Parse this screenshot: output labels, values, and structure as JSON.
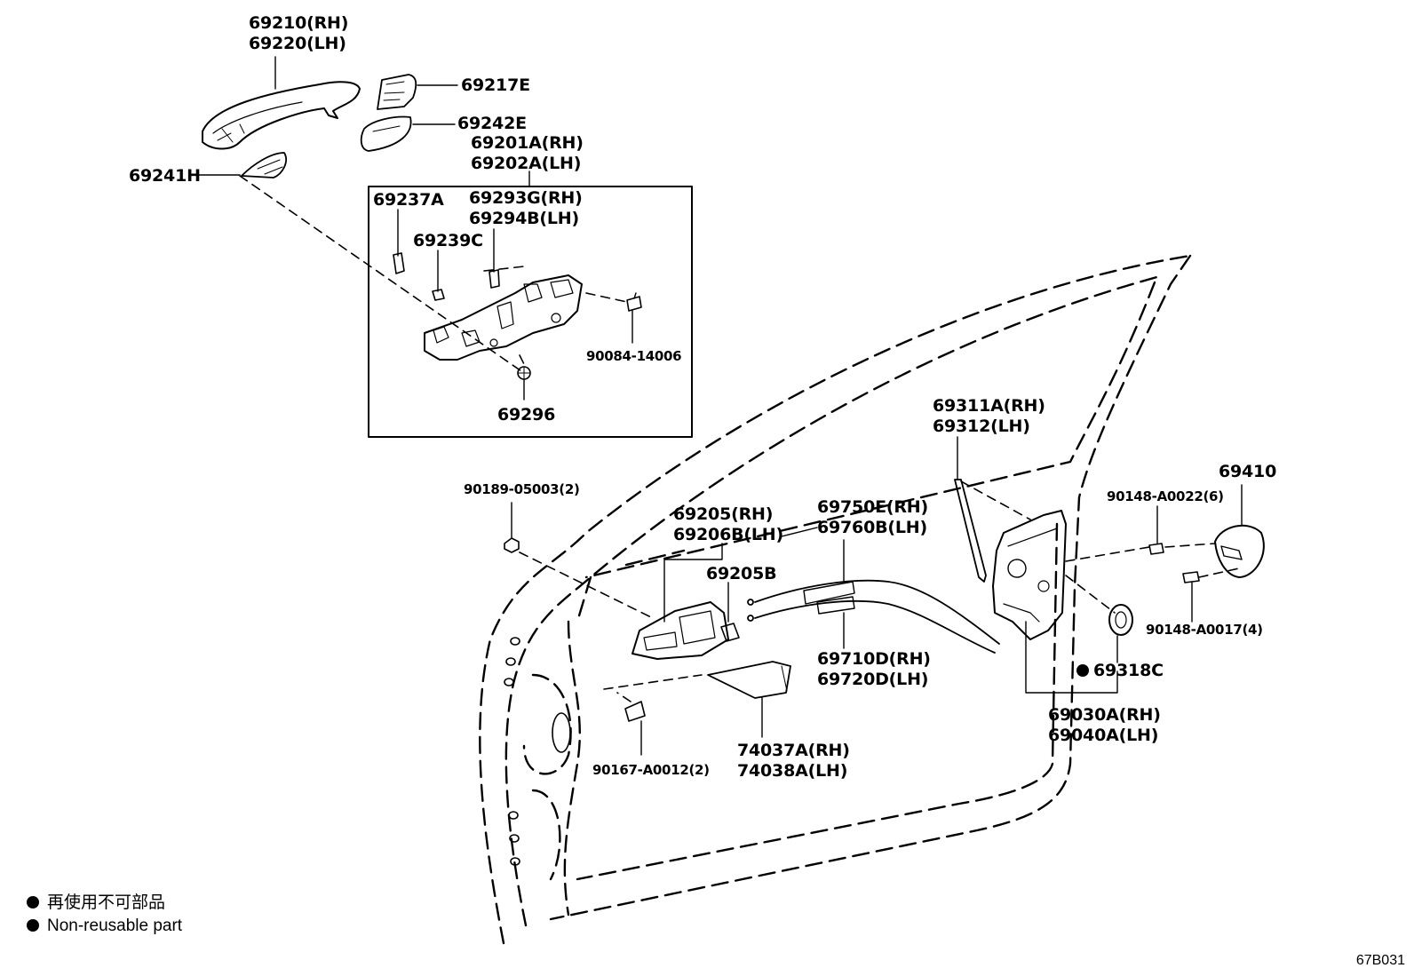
{
  "labels": {
    "ext_handle": [
      "69210(RH)",
      "69220(LH)"
    ],
    "cover_upper": "69217E",
    "cover_lower": "69242E",
    "frame": [
      "69201A(RH)",
      "69202A(LH)"
    ],
    "cap": "69241H",
    "frame_pad": "69237A",
    "frame_clip": "69239C",
    "frame_sub": [
      "69293G(RH)",
      "69294B(LH)"
    ],
    "frame_bolt": "90084-14006",
    "frame_screw": "69296",
    "lock_rod": [
      "69311A(RH)",
      "69312(LH)"
    ],
    "striker": "69410",
    "screw_6": "90148-A0022(6)",
    "screw_4": "90148-A0017(4)",
    "nut": "90189-05003(2)",
    "inner_handle": [
      "69205(RH)",
      "69206B(LH)"
    ],
    "inner_sub": "69205B",
    "remote_cable": [
      "69750E(RH)",
      "69760B(LH)"
    ],
    "lock_cable": [
      "69710D(RH)",
      "69720D(LH)"
    ],
    "seal": "69318C",
    "lock_assy": [
      "69030A(RH)",
      "69040A(LH)"
    ],
    "inner_screw": "90167-A0012(2)",
    "bezel": [
      "74037A(RH)",
      "74038A(LH)"
    ]
  },
  "legend": {
    "jp": "再使用不可部品",
    "en": "Non-reusable part"
  },
  "figure_id": "67B031"
}
